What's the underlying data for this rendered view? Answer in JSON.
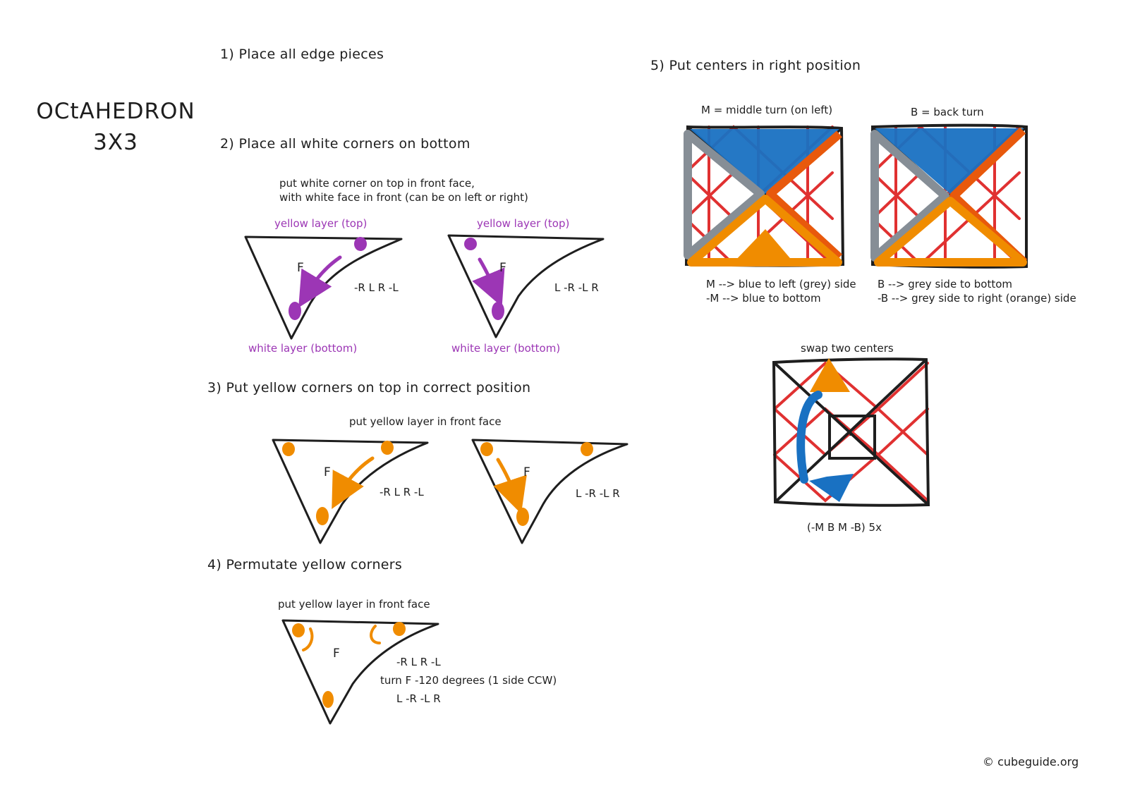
{
  "title": {
    "line1": "OCtAHEDRON",
    "line2": "3X3"
  },
  "steps": {
    "s1": "1) Place all edge pieces",
    "s2": "2) Place all white corners on bottom",
    "s3": "3) Put yellow corners on top in correct position",
    "s4": "4) Permutate yellow corners",
    "s5": "5) Put centers in right position"
  },
  "step2": {
    "note1": "put white corner on top in front face,",
    "note2": "with white face in front (can be on left or right)",
    "top_label": "yellow layer (top)",
    "bottom_label": "white layer (bottom)",
    "face": "F",
    "alg_left": "-R L R -L",
    "alg_right": "L -R -L R"
  },
  "step3": {
    "note": "put yellow layer in front face",
    "face": "F",
    "alg_left": "-R L R -L",
    "alg_right": "L -R -L R"
  },
  "step4": {
    "note": "put yellow layer in front face",
    "face": "F",
    "alg1": "-R L R -L",
    "alg2": "turn F -120 degrees (1 side CCW)",
    "alg3": "L -R -L R"
  },
  "step5": {
    "m_def": "M = middle turn (on left)",
    "b_def": "B = back turn",
    "m1": "M --> blue to left (grey) side",
    "m2": "-M --> blue to bottom",
    "b1": "B --> grey side to bottom",
    "b2": "-B --> grey side to right (orange) side",
    "swap_label": "swap two centers",
    "swap_alg": "(-M B M -B) 5x"
  },
  "footer": "© cubeguide.org",
  "colors": {
    "ink": "#1e1e1e",
    "purple": "#9c36b5",
    "orange": "#f08c00",
    "red": "#e03131",
    "blue": "#1971c2",
    "grey": "#868e96",
    "dark_orange": "#e8590c"
  }
}
